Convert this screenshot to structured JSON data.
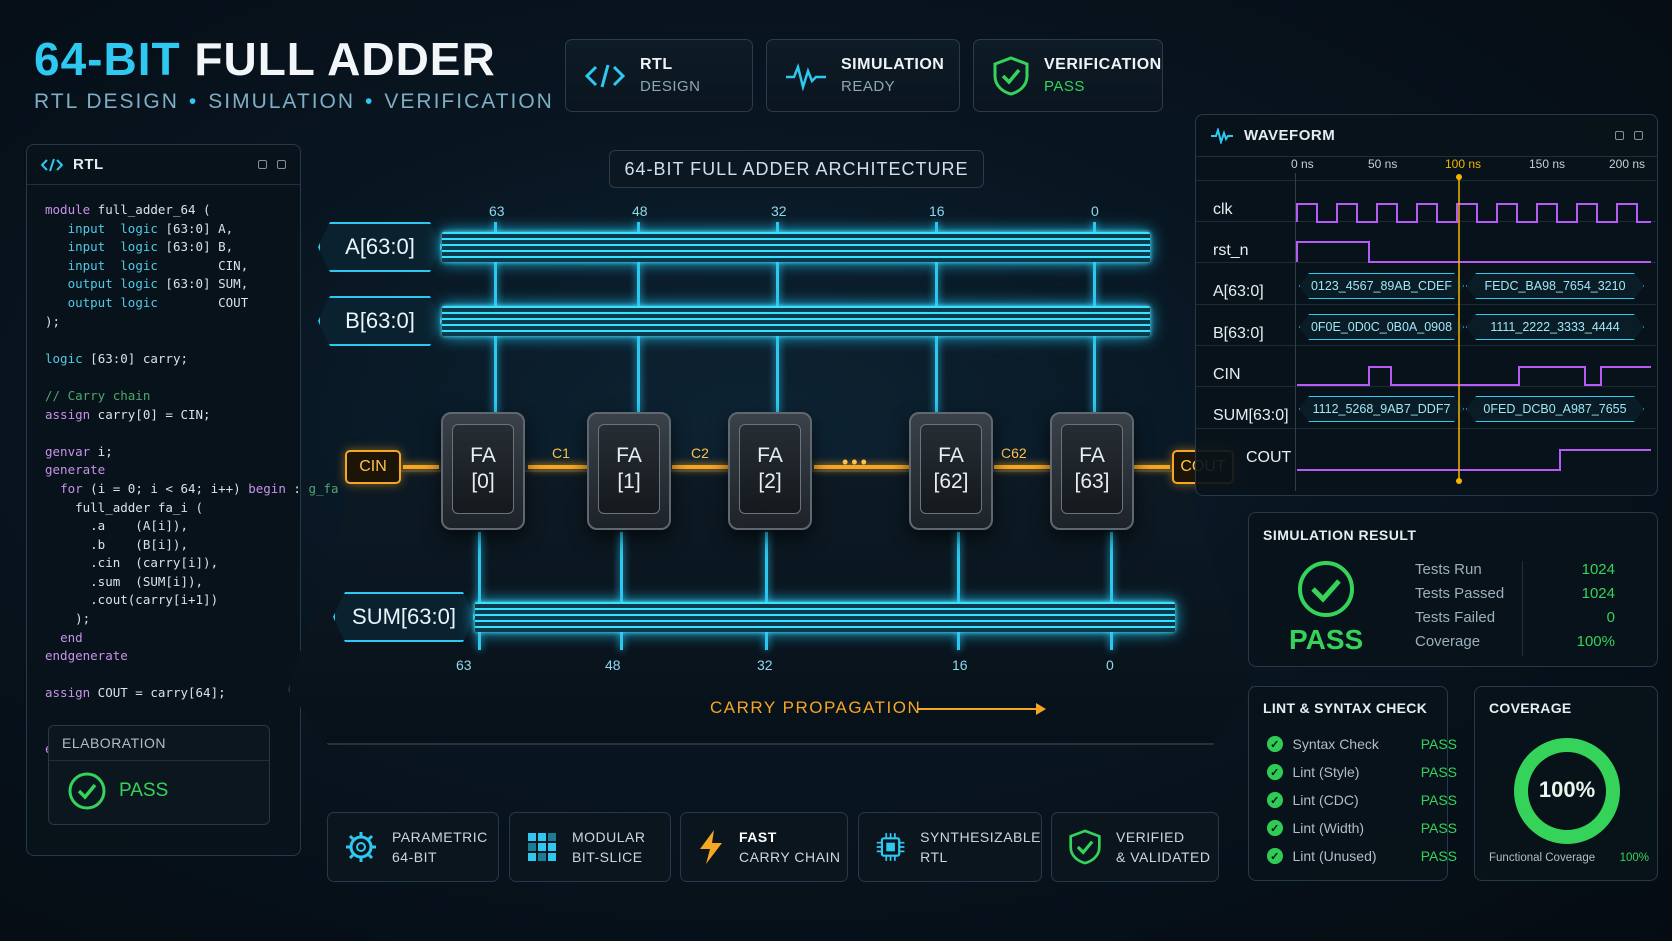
{
  "header": {
    "title_accent": "64-BIT",
    "title_rest": "FULL ADDER",
    "subtitle": [
      "RTL DESIGN",
      "SIMULATION",
      "VERIFICATION"
    ],
    "badges": [
      {
        "title": "RTL",
        "sub": "DESIGN",
        "icon": "code-icon"
      },
      {
        "title": "SIMULATION",
        "sub": "READY",
        "icon": "waveform-icon"
      },
      {
        "title": "VERIFICATION",
        "sub": "PASS",
        "icon": "shield-check-icon"
      }
    ]
  },
  "rtl_panel": {
    "title": "RTL",
    "elaboration_label": "ELABORATION",
    "elaboration_status": "PASS"
  },
  "architecture": {
    "title": "64-BIT FULL ADDER ARCHITECTURE",
    "bus_a": "A[63:0]",
    "bus_b": "B[63:0]",
    "bus_sum": "SUM[63:0]",
    "bit_ticks": [
      "63",
      "48",
      "32",
      "16",
      "0"
    ],
    "cells": [
      {
        "name": "FA",
        "index": "[0]"
      },
      {
        "name": "FA",
        "index": "[1]"
      },
      {
        "name": "FA",
        "index": "[2]"
      },
      {
        "name": "FA",
        "index": "[62]"
      },
      {
        "name": "FA",
        "index": "[63]"
      }
    ],
    "carry_labels": [
      "C1",
      "C2",
      "C62"
    ],
    "ellipsis": "•••",
    "cin": "CIN",
    "cout": "COUT",
    "carry_propagation": "CARRY PROPAGATION"
  },
  "features": [
    {
      "line1": "PARAMETRIC",
      "line2": "64-BIT",
      "icon": "gear-icon"
    },
    {
      "line1": "MODULAR",
      "line2": "BIT-SLICE",
      "icon": "modules-icon"
    },
    {
      "line1": "FAST",
      "line2": "CARRY CHAIN",
      "icon": "lightning-icon"
    },
    {
      "line1": "SYNTHESIZABLE",
      "line2": "RTL",
      "icon": "chip-icon"
    },
    {
      "line1": "VERIFIED",
      "line2": "& VALIDATED",
      "icon": "shield-check-icon"
    }
  ],
  "waveform": {
    "title": "WAVEFORM",
    "time_labels": [
      "0 ns",
      "50 ns",
      "100 ns",
      "150 ns",
      "200 ns"
    ],
    "signals": [
      "clk",
      "rst_n",
      "A[63:0]",
      "B[63:0]",
      "CIN",
      "SUM[63:0]",
      "COUT"
    ],
    "a_values": [
      "0123_4567_89AB_CDEF",
      "FEDC_BA98_7654_3210"
    ],
    "b_values": [
      "0F0E_0D0C_0B0A_0908",
      "1111_2222_3333_4444"
    ],
    "sum_values": [
      "1112_5268_9AB7_DDF7",
      "0FED_DCB0_A987_7655"
    ]
  },
  "simulation_result": {
    "title": "SIMULATION RESULT",
    "status": "PASS",
    "stats": [
      {
        "label": "Tests Run",
        "value": "1024"
      },
      {
        "label": "Tests Passed",
        "value": "1024"
      },
      {
        "label": "Tests Failed",
        "value": "0"
      },
      {
        "label": "Coverage",
        "value": "100%"
      }
    ]
  },
  "lint": {
    "title": "LINT & SYNTAX CHECK",
    "items": [
      {
        "label": "Syntax Check",
        "status": "PASS"
      },
      {
        "label": "Lint (Style)",
        "status": "PASS"
      },
      {
        "label": "Lint (CDC)",
        "status": "PASS"
      },
      {
        "label": "Lint (Width)",
        "status": "PASS"
      },
      {
        "label": "Lint (Unused)",
        "status": "PASS"
      }
    ]
  },
  "coverage": {
    "title": "COVERAGE",
    "value": "100%",
    "fraction": 1.0,
    "footer_label": "Functional Coverage",
    "footer_value": "100%"
  },
  "colors": {
    "accent": "#2ec8f0",
    "pass": "#35d35a",
    "carry": "#f5a623",
    "clk_wave": "#b45cf5",
    "marker": "#f5b400"
  }
}
